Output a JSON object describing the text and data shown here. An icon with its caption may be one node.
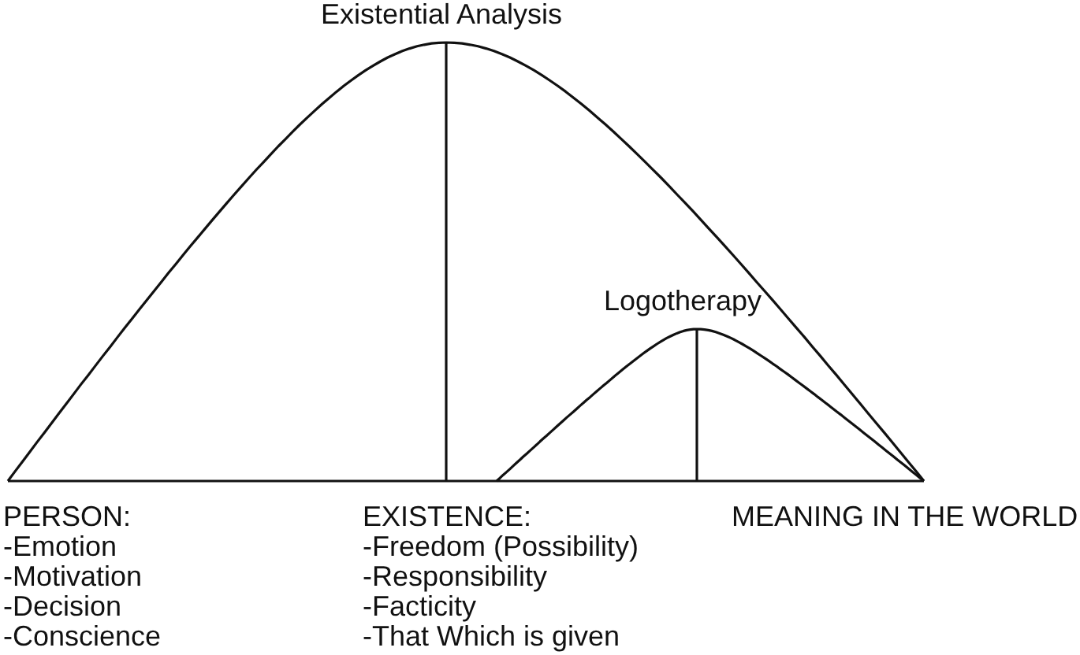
{
  "diagram": {
    "labels": [
      "Existential Analysis",
      "Logotherapy",
      "PERSON:",
      "-Emotion",
      "-Motivation",
      "-Decision",
      "-Conscience",
      "EXISTENCE:",
      "-Freedom (Possibility)",
      "-Responsibility",
      "-Facticity",
      "-That Which is given",
      "MEANING IN THE WORLD"
    ]
  }
}
